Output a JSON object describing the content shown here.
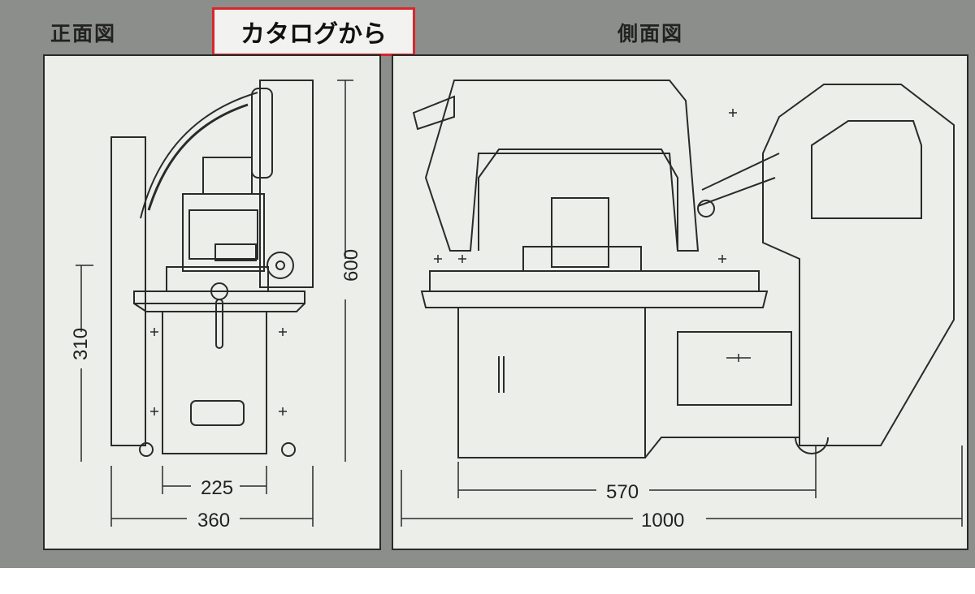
{
  "titles": {
    "front_view": "正面図",
    "side_view": "側面図"
  },
  "callout": {
    "text": "カタログから",
    "border_color": "#d9262c"
  },
  "front_dimensions": {
    "overall_height": "600",
    "base_height": "310",
    "inner_width": "225",
    "overall_width": "360"
  },
  "side_dimensions": {
    "base_length": "570",
    "overall_length": "1000"
  },
  "colors": {
    "background": "#8c8e8b",
    "panel": "#eceee9",
    "line": "#2a2a2a"
  }
}
